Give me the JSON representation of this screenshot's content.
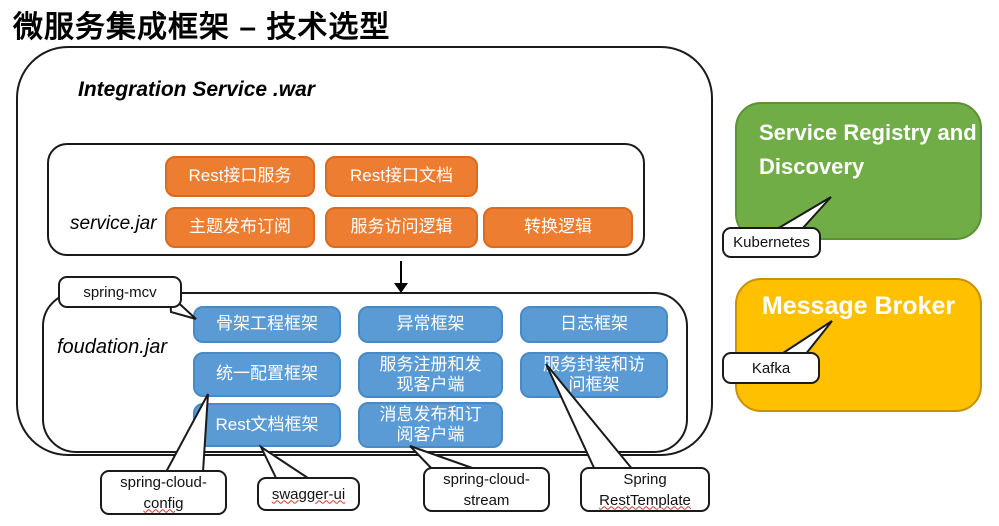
{
  "title": "微服务集成框架 – 技术选型",
  "war": {
    "label": "Integration Service .war",
    "service_jar": {
      "label": "service.jar",
      "modules": [
        "Rest接口服务",
        "Rest接口文档",
        "主题发布订阅",
        "服务访问逻辑",
        "转换逻辑"
      ]
    },
    "foundation_jar": {
      "label": "foudation.jar",
      "modules": [
        "骨架工程框架",
        "异常框架",
        "日志框架",
        "统一配置框架",
        "服务注册和发现客户端",
        "服务封装和访问框架",
        "Rest文档框架",
        "消息发布和订阅客户端"
      ]
    }
  },
  "external": {
    "registry": {
      "label": "Service Registry and Discovery",
      "callout": "Kubernetes"
    },
    "broker": {
      "label": "Message Broker",
      "callout": "Kafka"
    }
  },
  "tech_callouts": {
    "mvc": "spring-mcv",
    "config_part1": "spring-cloud-",
    "config_part2": "config",
    "swagger": "swagger-ui",
    "stream_part1": "spring-cloud-",
    "stream_part2": "stream",
    "rest_part1": "Spring",
    "rest_part2": "RestTemplate"
  },
  "colors": {
    "module_orange": "#ED7D31",
    "module_blue": "#5B9BD5",
    "registry_green": "#70AD47",
    "broker_yellow": "#FFC000"
  }
}
